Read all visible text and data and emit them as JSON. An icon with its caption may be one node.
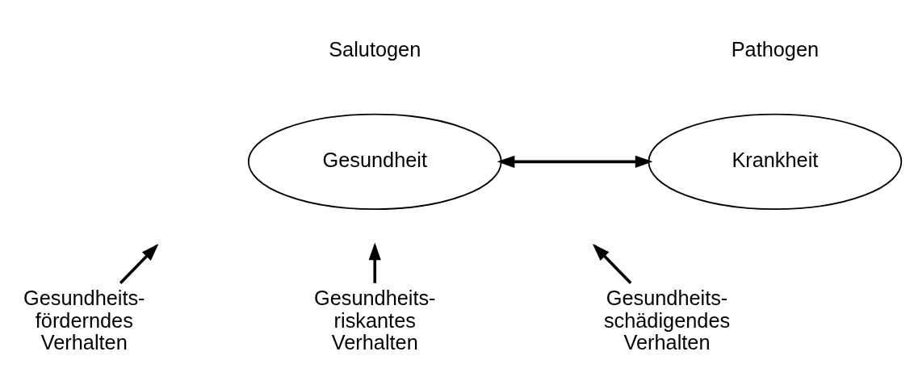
{
  "diagram": {
    "nodes": [
      {
        "text": [
          "Gesundheit"
        ]
      },
      {
        "text": [
          "Krankheit"
        ]
      },
      {
        "text": [
          "Gesundheits- förderndes Verhalten"
        ]
      },
      {
        "text": [
          "Gesundheits- riskantes Verhalten"
        ]
      },
      {
        "text": [
          "Gesundheits- schädigendes Verhalten"
        ]
      }
    ],
    "edges": [
      {
        "from": 0,
        "to": 1,
        "arrow": "both"
      },
      {
        "from": 2,
        "to": null,
        "arrow": "to"
      },
      {
        "from": 3,
        "to": null,
        "arrow": "to"
      },
      {
        "from": 4,
        "to": null,
        "arrow": "to"
      }
    ],
    "labels": [
      "Salutogen",
      "Pathogen"
    ]
  }
}
